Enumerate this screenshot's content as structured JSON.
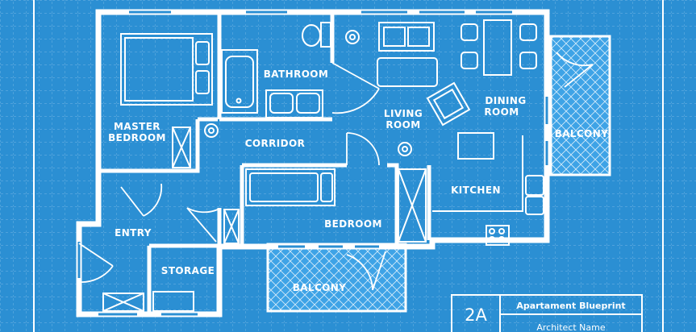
{
  "colors": {
    "background": "#2b8fd3",
    "lines": "#ffffff",
    "grid": "#8cc4ea",
    "balcony_fill": "#3ea3e6"
  },
  "rooms": {
    "master_bedroom": [
      "MASTER",
      "BEDROOM"
    ],
    "bathroom": "BATHROOM",
    "corridor": "CORRIDOR",
    "living_room": [
      "LIVING",
      "ROOM"
    ],
    "dining_room": [
      "DINING",
      "ROOM"
    ],
    "balcony_east": "BALCONY",
    "kitchen": "KITCHEN",
    "bedroom": "BEDROOM",
    "entry": "ENTRY",
    "storage": "STORAGE",
    "balcony_south": "BALCONY"
  },
  "title_block": {
    "unit": "2A",
    "title": "Apartament Blueprint",
    "subtitle": "Architect Name"
  }
}
